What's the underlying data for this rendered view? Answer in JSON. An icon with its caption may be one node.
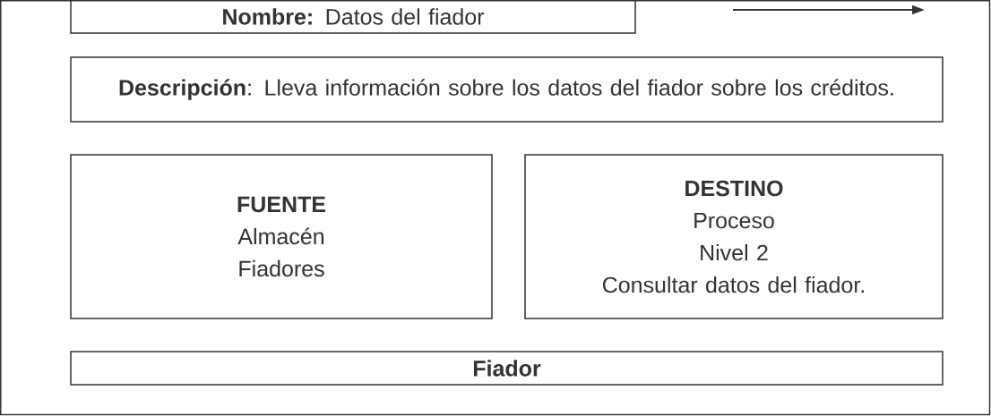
{
  "diagram": {
    "nodes": [
      {
        "text": [
          "**Nombre:** Datos del fiador"
        ]
      },
      {
        "text": [
          "**Descripción**: Lleva información sobre los datos del fiador sobre los créditos."
        ]
      },
      {
        "text": [
          "FUENTE",
          "Almacén",
          "Fiadores"
        ]
      },
      {
        "text": [
          "DESTINO",
          "Proceso",
          "Nivel 2",
          "Consultar datos del fiador."
        ]
      },
      {
        "text": [
          "Fiador"
        ]
      }
    ],
    "edges": []
  }
}
